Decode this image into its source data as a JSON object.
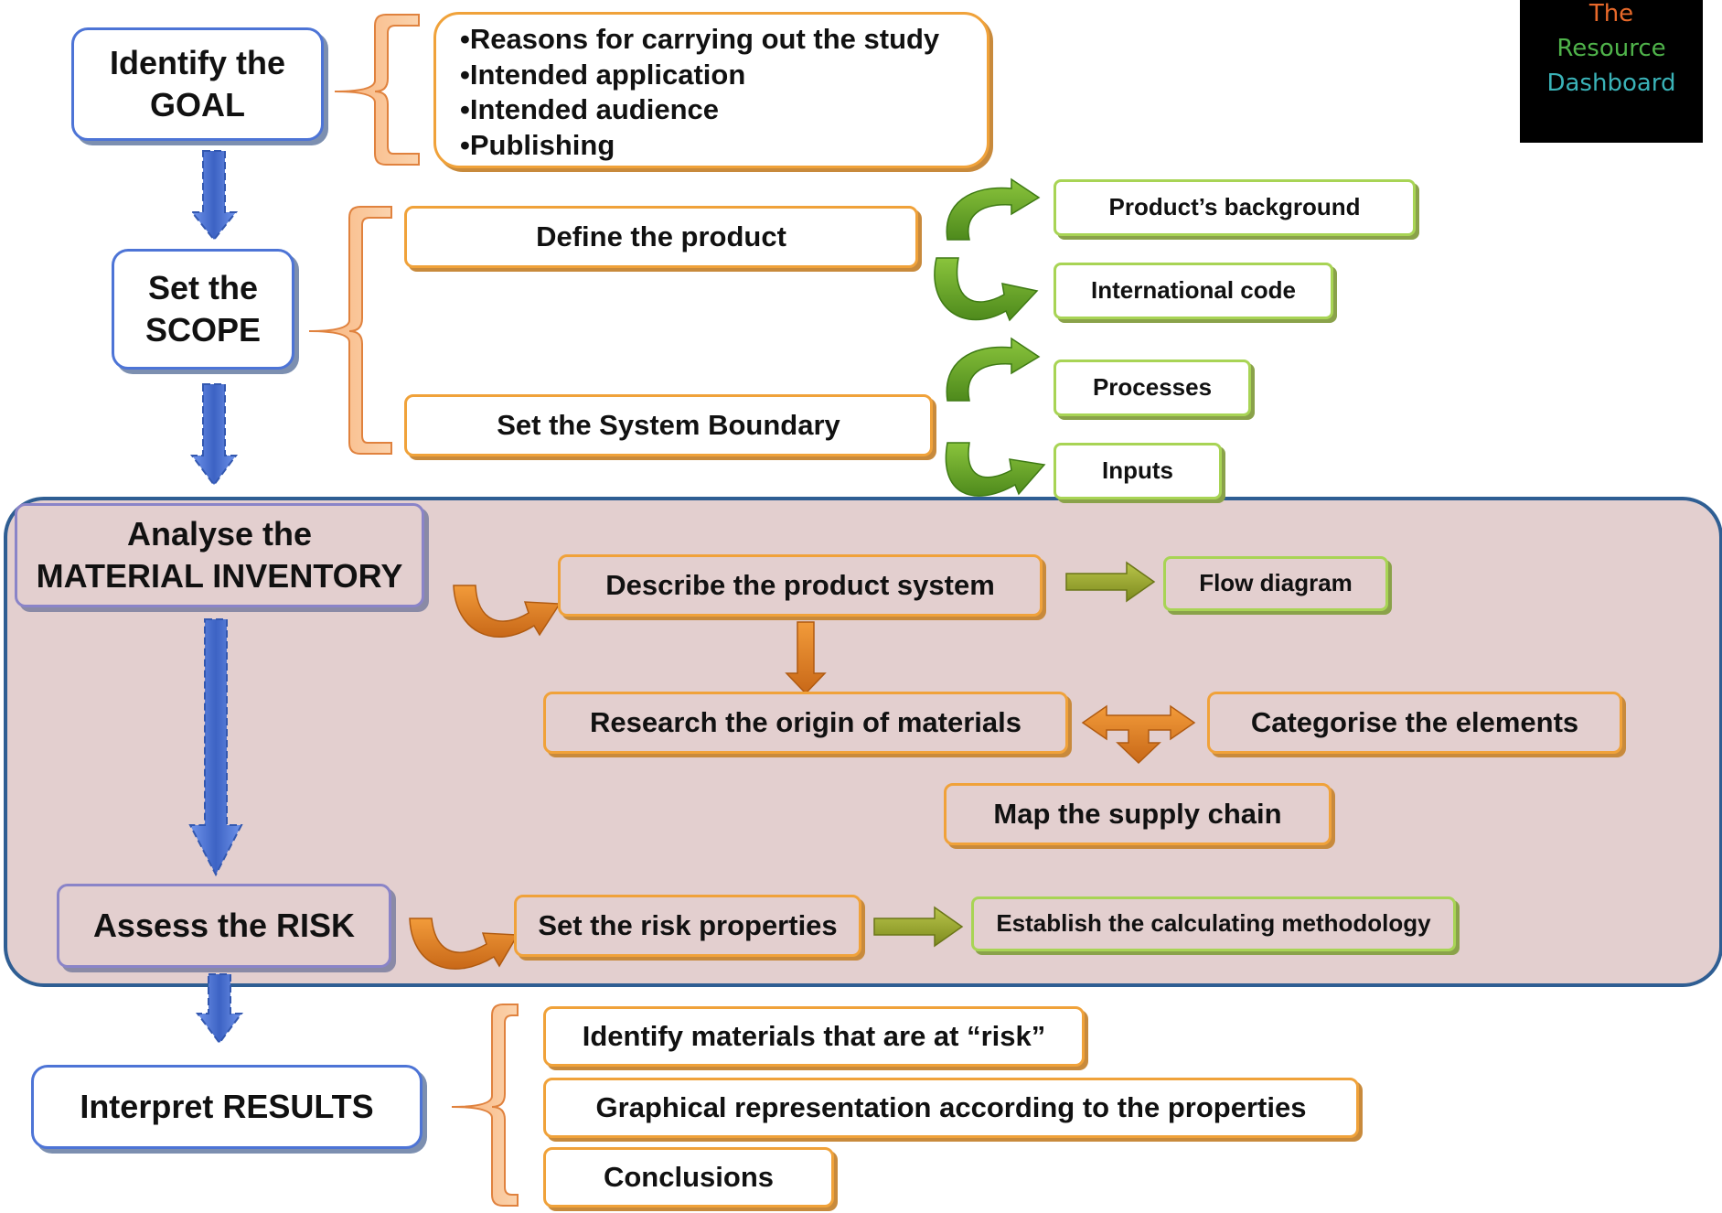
{
  "logo": {
    "line1": "The",
    "line2": "Resource",
    "line3": "Dashboard",
    "colors": {
      "line1": "#e8692a",
      "line2": "#4fb34a",
      "line3": "#3ab3b8",
      "background": "#000000"
    }
  },
  "steps": {
    "goal": {
      "line1": "Identify the",
      "line2": "GOAL"
    },
    "scope": {
      "line1": "Set the",
      "line2": "SCOPE"
    },
    "inventory": {
      "line1": "Analyse the",
      "line2": "MATERIAL INVENTORY"
    },
    "risk": "Assess the RISK",
    "results": "Interpret RESULTS"
  },
  "goal_items": [
    "Reasons for carrying out the study",
    "Intended application",
    "Intended audience",
    "Publishing"
  ],
  "scope": {
    "define_product": "Define the product",
    "system_boundary": "Set the System Boundary",
    "product_background": "Product’s background",
    "international_code": "International code",
    "processes": "Processes",
    "inputs": "Inputs"
  },
  "inventory": {
    "describe_system": "Describe the product system",
    "flow_diagram": "Flow diagram",
    "research_origin": "Research the origin of materials",
    "categorise": "Categorise the elements",
    "supply_chain": "Map the supply chain"
  },
  "risk": {
    "set_properties": "Set the risk properties",
    "methodology": "Establish the calculating methodology"
  },
  "results": {
    "identify": "Identify materials that are at “risk”",
    "graphical": "Graphical representation according to the properties",
    "conclusions": "Conclusions"
  },
  "colors": {
    "step_border": "#4d74d6",
    "orange_accent": "#f0a23a",
    "green_accent": "#a8d455",
    "region_fill": "#e3cfcf",
    "region_border": "#2f5e93",
    "down_arrow": "#4a72d0"
  }
}
